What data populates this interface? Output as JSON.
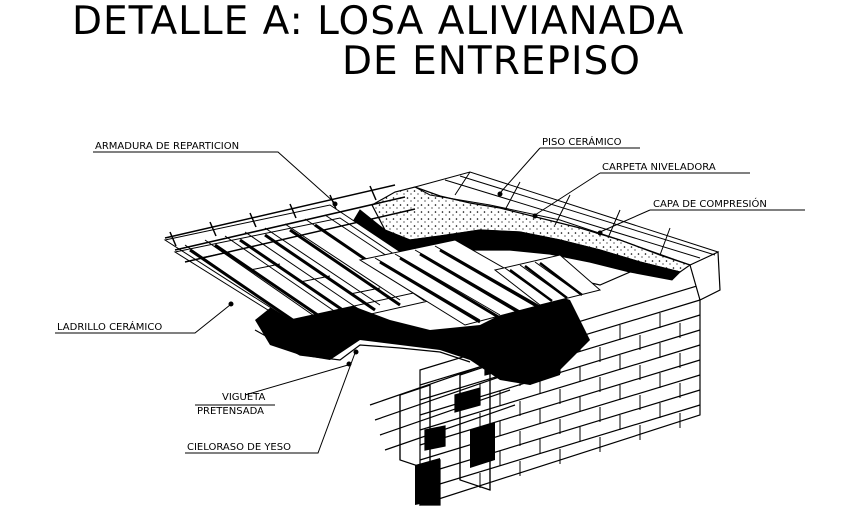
{
  "title": {
    "line1": "DETALLE A: LOSA ALIVIANADA",
    "line2": "DE ENTREPISO"
  },
  "labels": {
    "armadura": "ARMADURA DE REPARTICION",
    "piso": "PISO CERÁMICO",
    "carpeta": "CARPETA NIVELADORA",
    "capa": "CAPA DE COMPRESIÓN",
    "ladrillo": "LADRILLO CERÁMICO",
    "vigueta1": "VIGUETA",
    "vigueta2": "PRETENSADA",
    "cieloraso": "CIELORASO DE YESO"
  },
  "colors": {
    "ink": "#000000",
    "paper": "#ffffff"
  }
}
